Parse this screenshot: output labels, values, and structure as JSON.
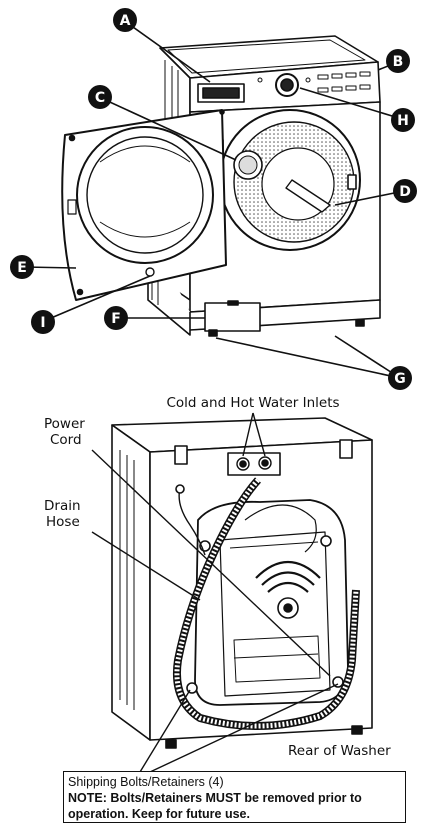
{
  "callouts": {
    "a": "A",
    "b": "B",
    "c": "C",
    "d": "D",
    "e": "E",
    "f": "F",
    "g": "G",
    "h": "H",
    "i": "I"
  },
  "rear_view": {
    "water_inlets_label": "Cold and Hot Water Inlets",
    "power_cord_line1": "Power",
    "power_cord_line2": "Cord",
    "drain_hose_line1": "Drain",
    "drain_hose_line2": "Hose",
    "rear_label": "Rear of Washer"
  },
  "note": {
    "line1": "Shipping Bolts/Retainers (4)",
    "line2": "NOTE: Bolts/Retainers MUST be removed prior to",
    "line3": "operation. Keep for future use."
  },
  "colors": {
    "ink": "#111111",
    "paper": "#ffffff",
    "drum_dots": "#555555"
  }
}
